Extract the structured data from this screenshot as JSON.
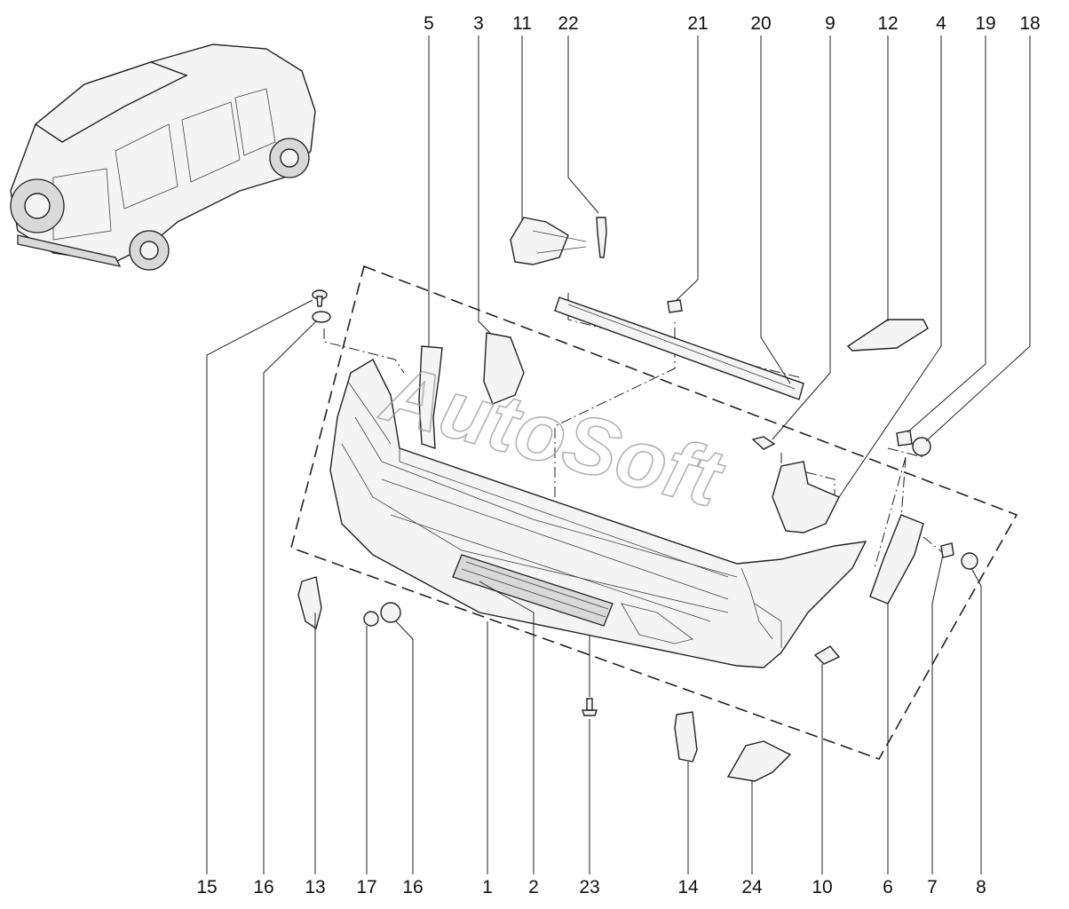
{
  "watermark": "AutoSoft",
  "callouts_top": [
    "5",
    "3",
    "11",
    "22",
    "21",
    "20",
    "9",
    "12",
    "4",
    "19",
    "18"
  ],
  "callouts_bottom": [
    "15",
    "16",
    "13",
    "17",
    "16",
    "1",
    "2",
    "23",
    "14",
    "24",
    "10",
    "6",
    "7",
    "8"
  ]
}
